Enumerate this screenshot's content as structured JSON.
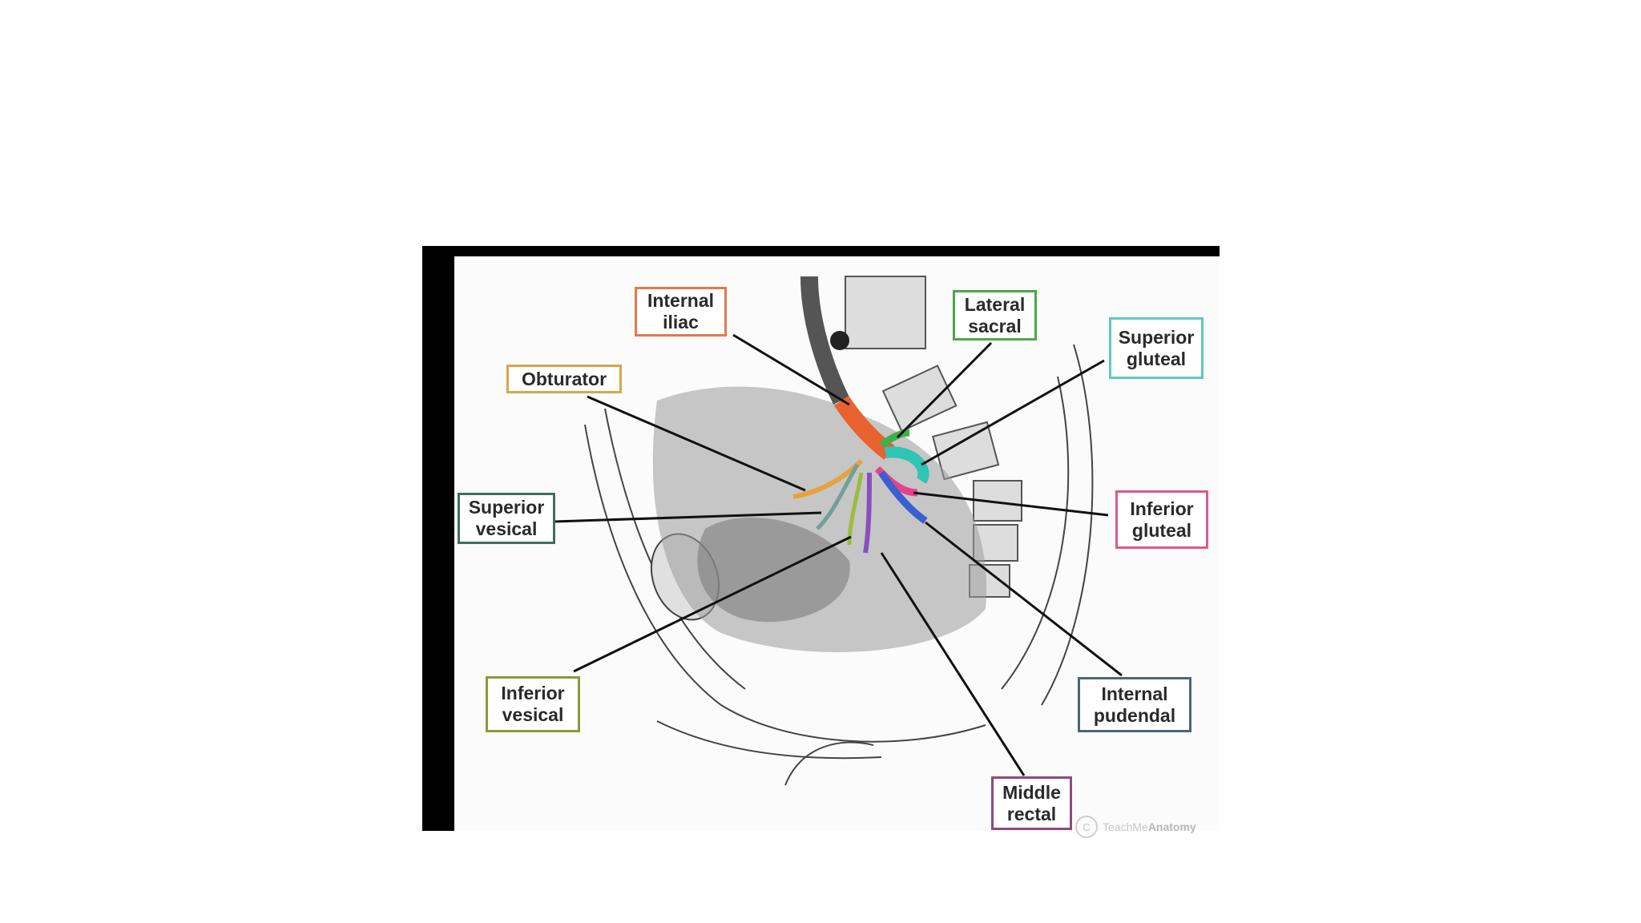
{
  "labels": [
    {
      "id": "internal-iliac",
      "text": "Internal\niliac",
      "color": "#e07a4e"
    },
    {
      "id": "lateral-sacral",
      "text": "Lateral\nsacral",
      "color": "#4fa64a"
    },
    {
      "id": "superior-gluteal",
      "text": "Superior\ngluteal",
      "color": "#5fc9c2"
    },
    {
      "id": "obturator",
      "text": "Obturator",
      "color": "#d9a54f"
    },
    {
      "id": "superior-vesical",
      "text": "Superior\nvesical",
      "color": "#3f6f5e"
    },
    {
      "id": "inferior-gluteal",
      "text": "Inferior\ngluteal",
      "color": "#d95c8e"
    },
    {
      "id": "inferior-vesical",
      "text": "Inferior\nvesical",
      "color": "#8a9a3a"
    },
    {
      "id": "internal-pudendal",
      "text": "Internal\npudendal",
      "color": "#4a6680"
    },
    {
      "id": "middle-rectal",
      "text": "Middle\nrectal",
      "color": "#8e4a7e"
    }
  ],
  "watermark": {
    "symbol": "C",
    "prefix": "TeachMe",
    "suffix": "Anatomy"
  }
}
